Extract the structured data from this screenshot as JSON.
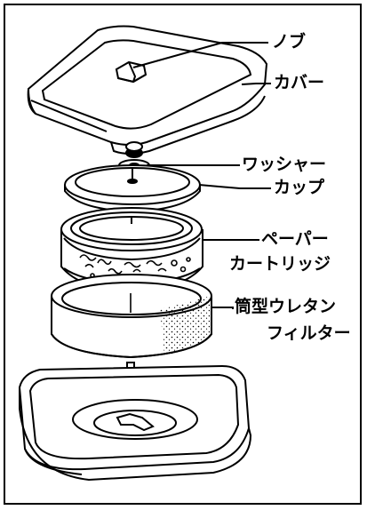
{
  "labels": {
    "knob": "ノブ",
    "cover": "カバー",
    "washer": "ワッシャー",
    "cup": "カップ",
    "paper_line1": "ペーパー",
    "paper_line2": "カートリッジ",
    "urethane_line1": "筒型ウレタン",
    "urethane_line2": "フィルター"
  },
  "colors": {
    "ink": "#000000",
    "paper": "#ffffff"
  }
}
